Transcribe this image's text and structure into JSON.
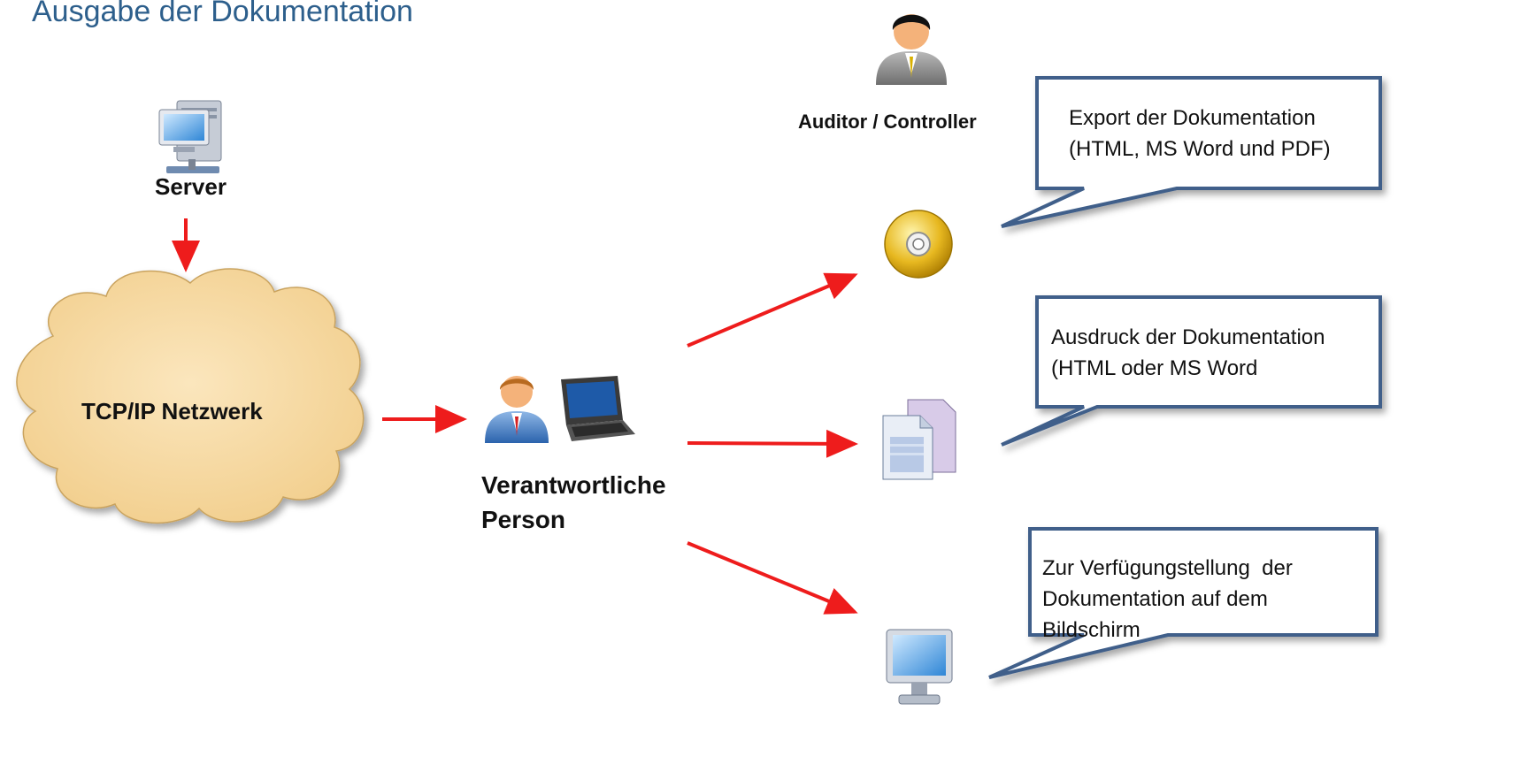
{
  "title": "Ausgabe der Dokumentation",
  "nodes": {
    "server": "Server",
    "network": "TCP/IP Netzwerk",
    "person_line1": "Verantwortliche",
    "person_line2": "Person",
    "auditor": "Auditor / Controller"
  },
  "callouts": {
    "export": [
      "Export der Dokumentation",
      "(HTML, MS Word und PDF)"
    ],
    "print": [
      "Ausdruck der Dokumentation",
      "(HTML oder MS Word"
    ],
    "screen": [
      "Zur Verfügungstellung  der",
      "Dokumentation auf dem",
      "Bildschirm"
    ]
  },
  "icons": {
    "server": "server-computer-icon",
    "person": "businessman-icon",
    "laptop": "laptop-icon",
    "auditor": "auditor-person-icon",
    "cd": "cd-disc-icon",
    "documents": "documents-icon",
    "monitor": "monitor-icon"
  },
  "colors": {
    "title": "#2d5f8c",
    "arrow": "#ee1c1c",
    "callout_border": "#3f5f8a",
    "cloud_fill": "#f6d9a0"
  }
}
